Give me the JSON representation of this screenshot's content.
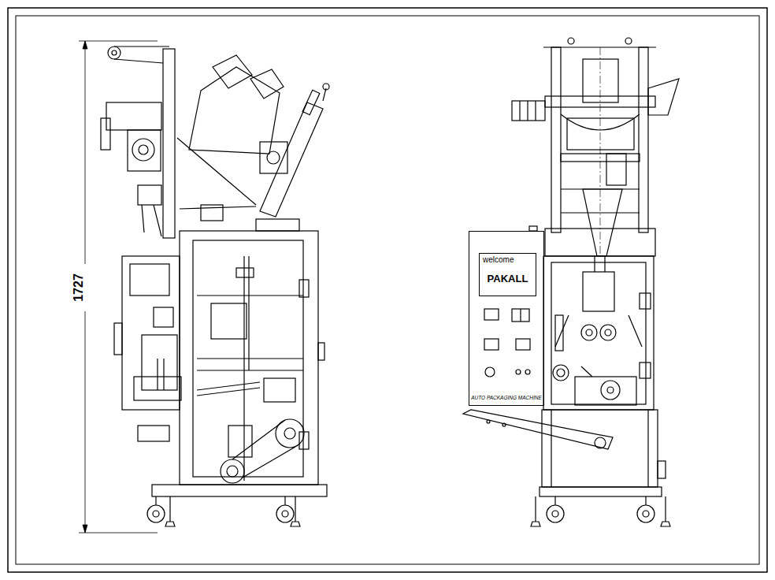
{
  "diagram": {
    "nodes": [
      {
        "text": [
          "AUTO PACKAGING MACHINE"
        ]
      },
      {
        "text": [
          "welcome",
          "PAKALL"
        ],
        "in": 0
      }
    ],
    "edges": [],
    "labels": [
      "1727"
    ]
  }
}
